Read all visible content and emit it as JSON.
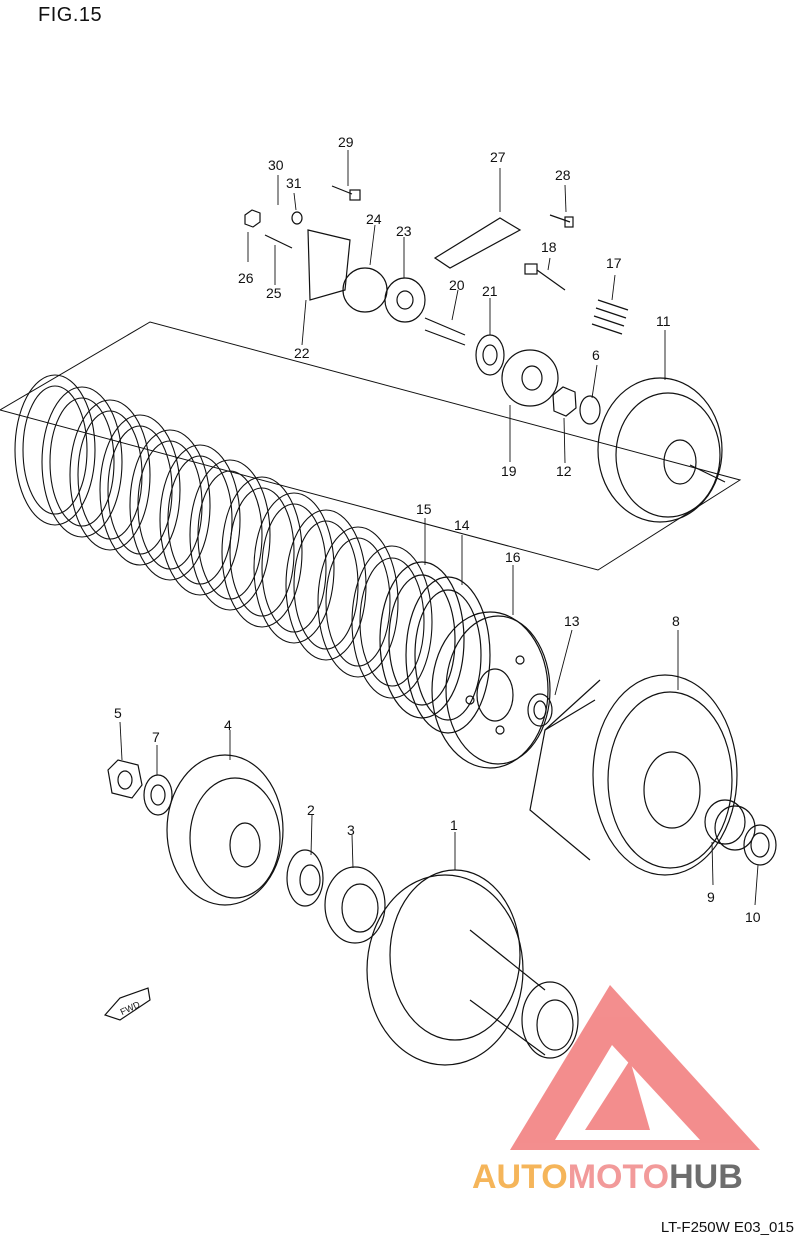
{
  "figure": {
    "title": "FIG.15",
    "code": "LT-F250W E03_015"
  },
  "watermark": {
    "part1": "AUTO",
    "part2": "MOTO",
    "part3": "HUB",
    "colors": {
      "auto": "#f5b55a",
      "moto": "#f29a9a",
      "hub": "#6d6d6d",
      "logo": "#ef6a6a"
    }
  },
  "direction_label": "FWD",
  "callouts": [
    "1",
    "2",
    "3",
    "4",
    "5",
    "6",
    "7",
    "8",
    "9",
    "10",
    "11",
    "12",
    "13",
    "14",
    "15",
    "16",
    "17",
    "18",
    "19",
    "20",
    "21",
    "22",
    "23",
    "24",
    "25",
    "26",
    "27",
    "28",
    "29",
    "30",
    "31"
  ]
}
